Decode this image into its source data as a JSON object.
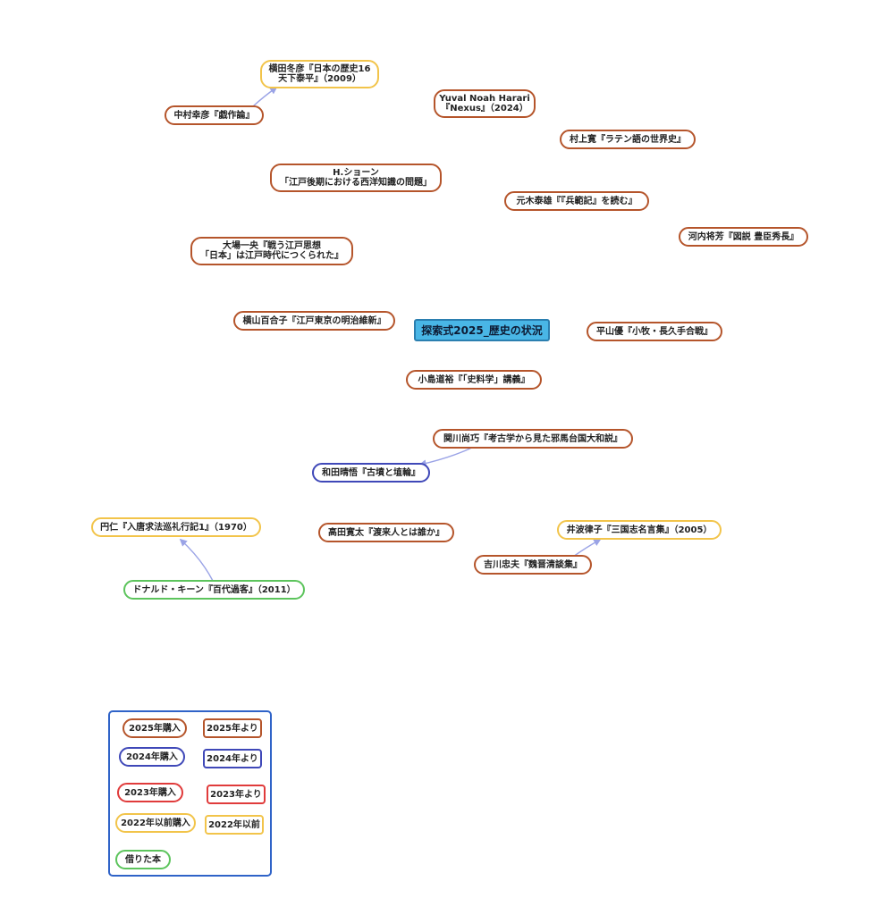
{
  "central": {
    "label": "探索式2025_歴史の状況"
  },
  "nodes": {
    "yokota": {
      "lines": [
        "横田冬彦『日本の歴史16",
        "天下泰平』（2009）"
      ]
    },
    "nakamura": {
      "label": "中村幸彦『戯作論』"
    },
    "harari": {
      "lines": [
        "Yuval Noah Harari",
        "『Nexus』（2024）"
      ]
    },
    "murakami": {
      "label": "村上寛『ラテン語の世界史』"
    },
    "screech": {
      "lines": [
        "H.ショーン",
        "「江戸後期における西洋知識の問題」"
      ]
    },
    "motoki": {
      "label": "元木泰雄『『兵範記』を読む』"
    },
    "kawauchi": {
      "label": "河内将芳『図説 豊臣秀長』"
    },
    "oba": {
      "lines": [
        "大場一央『戦う江戸思想",
        "「日本」は江戸時代につくられた』"
      ]
    },
    "yokoyama": {
      "label": "横山百合子『江戸東京の明治維新』"
    },
    "hirayama": {
      "label": "平山優『小牧・長久手合戦』"
    },
    "kojima": {
      "label": "小島道裕『「史料学」講義』"
    },
    "sekikawa": {
      "label": "関川尚巧『考古学から見た邪馬台国大和説』"
    },
    "wada": {
      "label": "和田晴悟『古墳と埴輪』"
    },
    "ennin": {
      "label": "円仁『入唐求法巡礼行記1』（1970）"
    },
    "takada": {
      "label": "高田寛太『渡来人とは誰か』"
    },
    "inami": {
      "label": "井波律子『三国志名言集』（2005）"
    },
    "yoshikawa": {
      "label": "吉川忠夫『魏晋清談集』"
    },
    "keene": {
      "label": "ドナルド・キーン『百代過客』（2011）"
    }
  },
  "legend": {
    "bought_2025": "2025年購入",
    "from_2025": "2025年より",
    "bought_2024": "2024年購入",
    "from_2024": "2024年より",
    "bought_2023": "2023年購入",
    "from_2023": "2023年より",
    "bought_before_2022": "2022年以前購入",
    "before_2022": "2022年以前",
    "borrowed": "借りた本"
  },
  "colors": {
    "2025": "#b5552b",
    "2024": "#3f48b8",
    "2023": "#e03b3b",
    "2022": "#f2c44a",
    "borrowed": "#5cc45c",
    "central_fill": "#49b6e6",
    "link": "#9aa3e6",
    "legend_frame": "#2f63c8"
  }
}
